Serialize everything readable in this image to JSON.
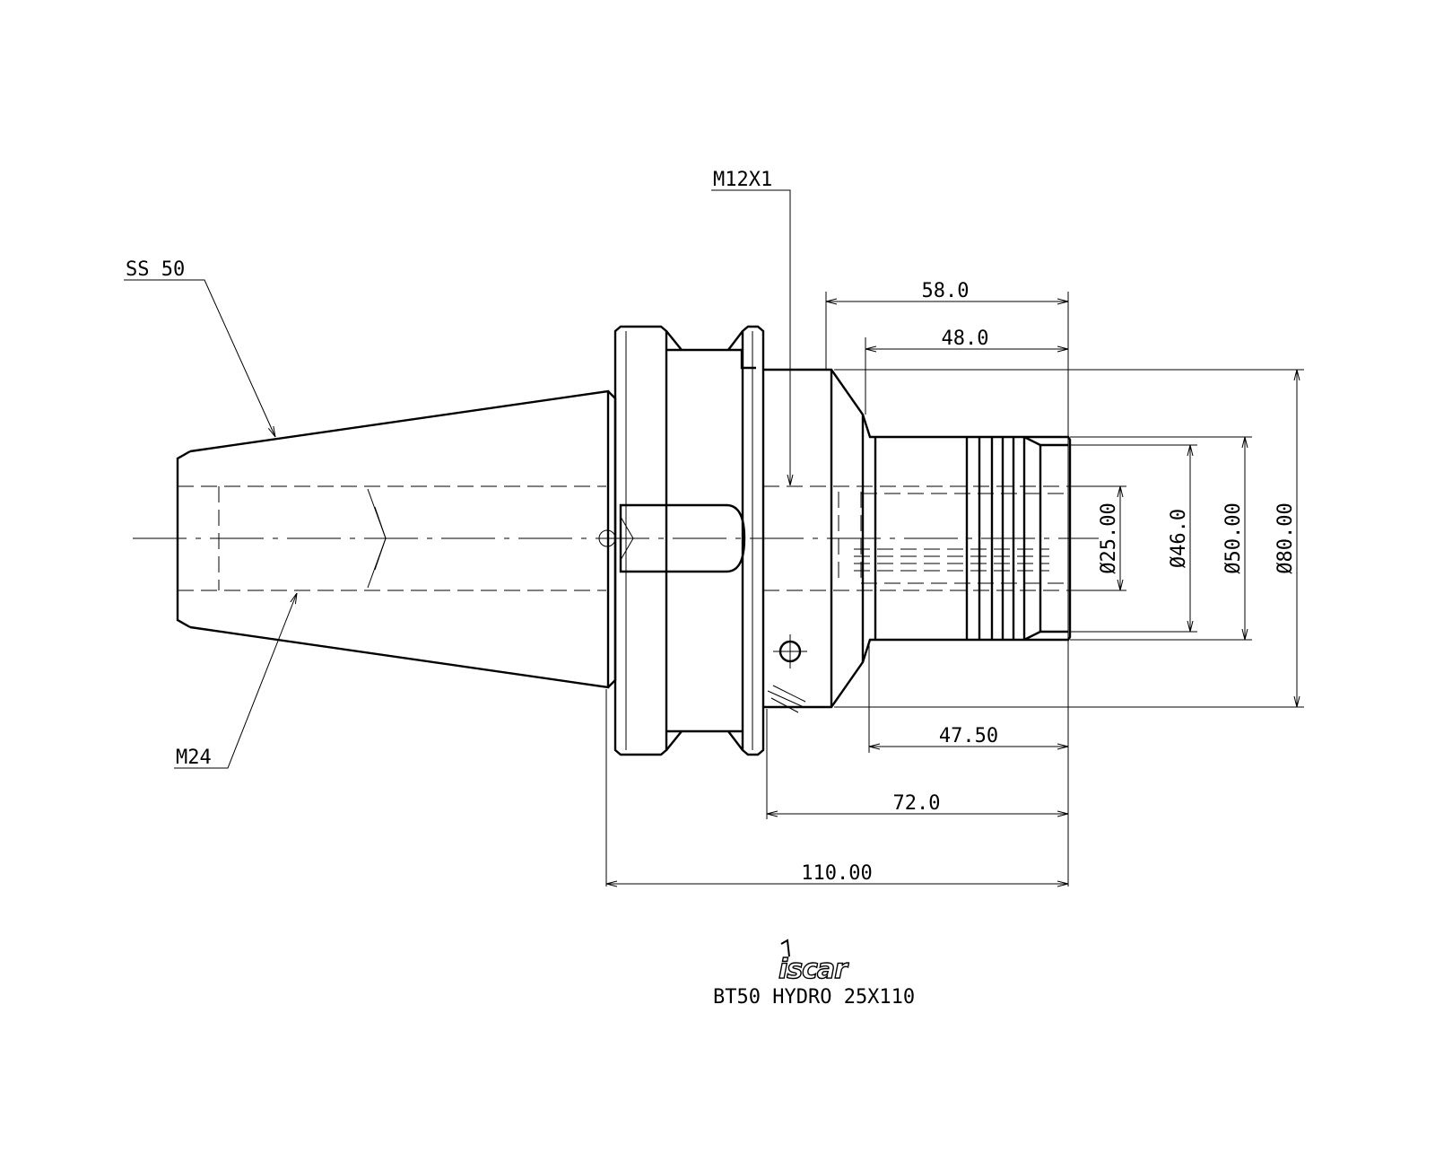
{
  "labels": {
    "thread_top": "M12X1",
    "taper": "SS 50",
    "thread_bottom": "M24",
    "dim_58": "58.0",
    "dim_48": "48.0",
    "dim_4750": "47.50",
    "dim_72": "72.0",
    "dim_110": "110.00",
    "dia_25": "Ø25.00",
    "dia_46": "Ø46.0",
    "dia_50": "Ø50.00",
    "dia_80": "Ø80.00"
  },
  "footer": {
    "logo_text": "iscar",
    "part_name": "BT50 HYDRO 25X110"
  }
}
